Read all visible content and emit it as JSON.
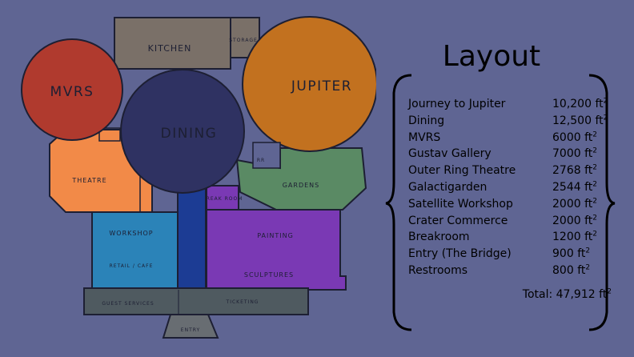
{
  "title": "Layout",
  "rooms": {
    "kitchen": "KITCHEN",
    "storage": "STORAGE",
    "mvrs": "MVRS",
    "jupiter": "JUPITER",
    "dining": "DINING",
    "theatre": "THEATRE",
    "rr": "RR",
    "gardens": "GARDENS",
    "break_room": "BREAK ROOM",
    "workshop": "WORKSHOP",
    "retail": "RETAIL / CAFE",
    "painting": "PAINTING",
    "sculptures": "SCULPTURES",
    "guest_services": "GUEST SERVICES",
    "ticketing": "TICKETING",
    "entry": "ENTRY"
  },
  "legend": {
    "unit": "ft",
    "unit_exp": "2",
    "items": [
      {
        "name": "Journey to Jupiter",
        "value": "10,200"
      },
      {
        "name": "Dining",
        "value": "12,500"
      },
      {
        "name": "MVRS",
        "value": "6000"
      },
      {
        "name": "Gustav Gallery",
        "value": "7000"
      },
      {
        "name": "Outer Ring Theatre",
        "value": "2768"
      },
      {
        "name": "Galactigarden",
        "value": "2544"
      },
      {
        "name": "Satellite Workshop",
        "value": "2000"
      },
      {
        "name": "Crater Commerce",
        "value": "2000"
      },
      {
        "name": "Breakroom",
        "value": "1200"
      },
      {
        "name": "Entry (The Bridge)",
        "value": "900"
      },
      {
        "name": "Restrooms",
        "value": "800"
      }
    ],
    "total_label": "Total:",
    "total_value": "47,912"
  },
  "colors": {
    "background": "#5f6593",
    "kitchen": "#7a7068",
    "mvrs": "#b03a2e",
    "jupiter": "#c2711f",
    "dining": "#2f3262",
    "theatre": "#f28a48",
    "gardens": "#5a8a64",
    "workshop": "#2b83b8",
    "gallery": "#7a39b4",
    "corridor": "#1c3c94",
    "services": "#4f5a60",
    "entry": "#686d72"
  }
}
